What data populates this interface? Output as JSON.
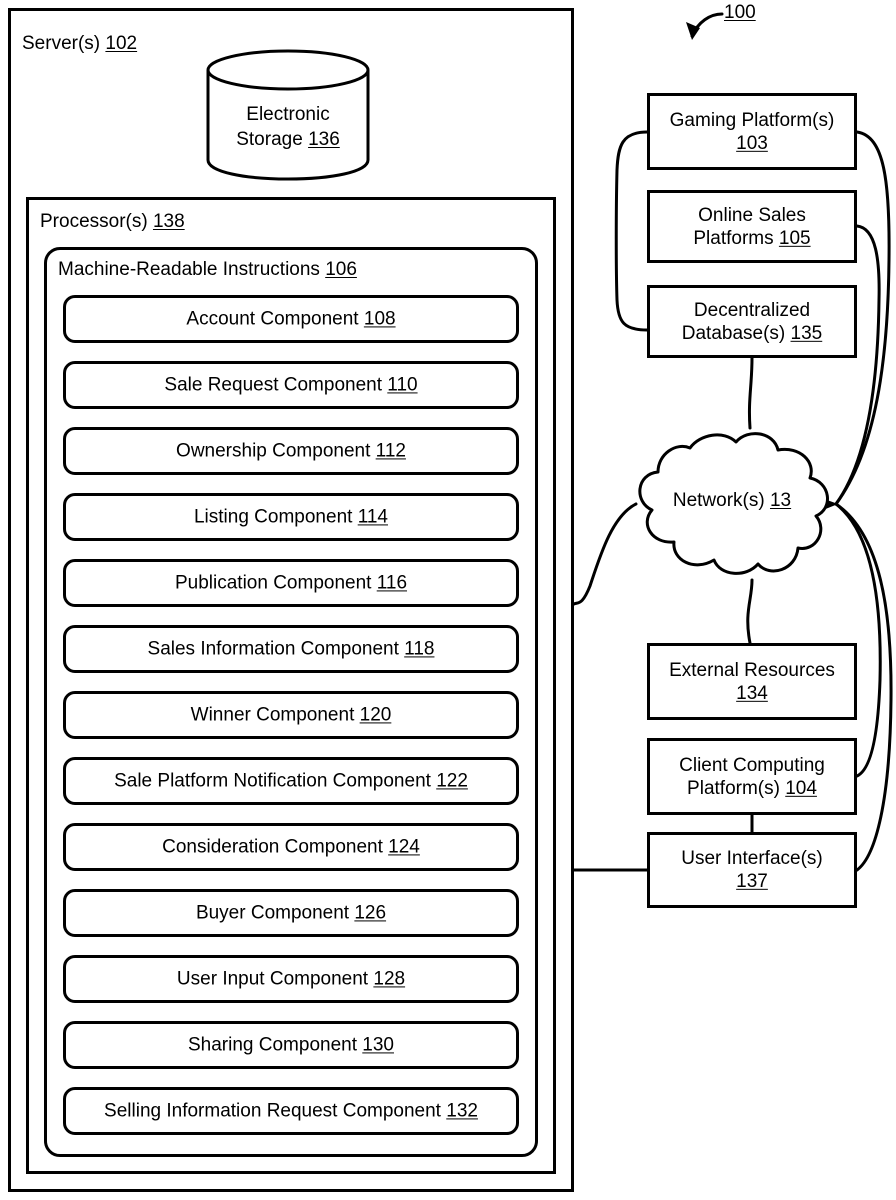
{
  "figure": {
    "reference_numeral": "100",
    "callout_arrow": "arrow-to-system"
  },
  "server": {
    "label": "Server(s)",
    "numeral": "102"
  },
  "electronic_storage": {
    "label_line1": "Electronic",
    "label_line2": "Storage",
    "numeral": "136"
  },
  "processor": {
    "label": "Processor(s)",
    "numeral": "138"
  },
  "machine_readable_instructions": {
    "label": "Machine-Readable Instructions",
    "numeral": "106"
  },
  "components": [
    {
      "label": "Account Component",
      "numeral": "108"
    },
    {
      "label": "Sale Request Component",
      "numeral": "110"
    },
    {
      "label": "Ownership Component",
      "numeral": "112"
    },
    {
      "label": "Listing Component",
      "numeral": "114"
    },
    {
      "label": "Publication Component",
      "numeral": "116"
    },
    {
      "label": "Sales Information Component",
      "numeral": "118"
    },
    {
      "label": "Winner Component",
      "numeral": "120"
    },
    {
      "label": "Sale Platform Notification Component",
      "numeral": "122"
    },
    {
      "label": "Consideration Component",
      "numeral": "124"
    },
    {
      "label": "Buyer Component",
      "numeral": "126"
    },
    {
      "label": "User Input Component",
      "numeral": "128"
    },
    {
      "label": "Sharing Component",
      "numeral": "130"
    },
    {
      "label": "Selling Information Request Component",
      "numeral": "132"
    }
  ],
  "right_nodes": [
    {
      "line1": "Gaming Platform(s)",
      "line2": "",
      "numeral": "103",
      "numeral_on": "line2"
    },
    {
      "line1": "Online Sales",
      "line2": "Platforms",
      "numeral": "105",
      "numeral_on": "line2"
    },
    {
      "line1": "Decentralized",
      "line2": "Database(s)",
      "numeral": "135",
      "numeral_on": "line2"
    },
    {
      "line1": "External Resources",
      "line2": "",
      "numeral": "134",
      "numeral_on": "line2"
    },
    {
      "line1": "Client Computing",
      "line2": "Platform(s)",
      "numeral": "104",
      "numeral_on": "line2"
    },
    {
      "line1": "User Interface(s)",
      "line2": "",
      "numeral": "137",
      "numeral_on": "line2"
    }
  ],
  "network": {
    "label": "Network(s)",
    "numeral": "13"
  },
  "colors": {
    "stroke": "#000000",
    "background": "#ffffff"
  }
}
